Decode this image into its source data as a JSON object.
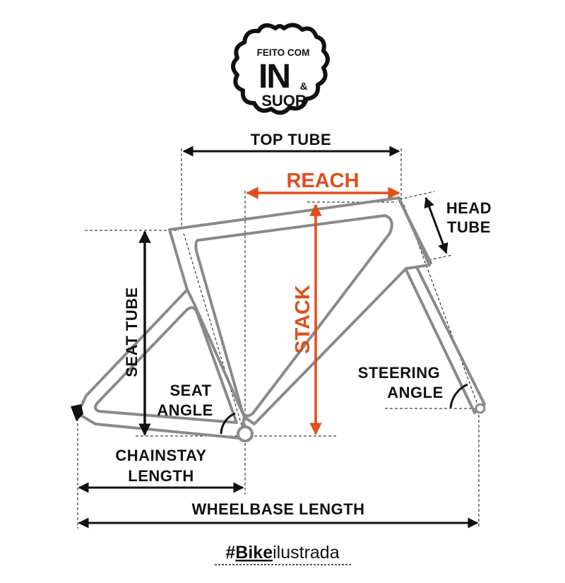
{
  "logo": {
    "line1": "FEITO COM",
    "line2": "IN",
    "line3": "&",
    "line4": "SUOR"
  },
  "labels": {
    "top_tube": "TOP TUBE",
    "reach": "REACH",
    "head_tube_1": "HEAD",
    "head_tube_2": "TUBE",
    "seat_tube": "SEAT TUBE",
    "stack": "STACK",
    "seat_angle_1": "SEAT",
    "seat_angle_2": "ANGLE",
    "steering_angle_1": "STEERING",
    "steering_angle_2": "ANGLE",
    "chainstay_1": "CHAINSTAY",
    "chainstay_2": "LENGTH",
    "wheelbase": "WHEELBASE LENGTH"
  },
  "footer": {
    "hash": "#",
    "brand_bold": "Bike",
    "brand_rest": "ilustrada"
  },
  "colors": {
    "accent": "#e04e1c",
    "frame": "#8a8a8a",
    "ink": "#111111"
  }
}
